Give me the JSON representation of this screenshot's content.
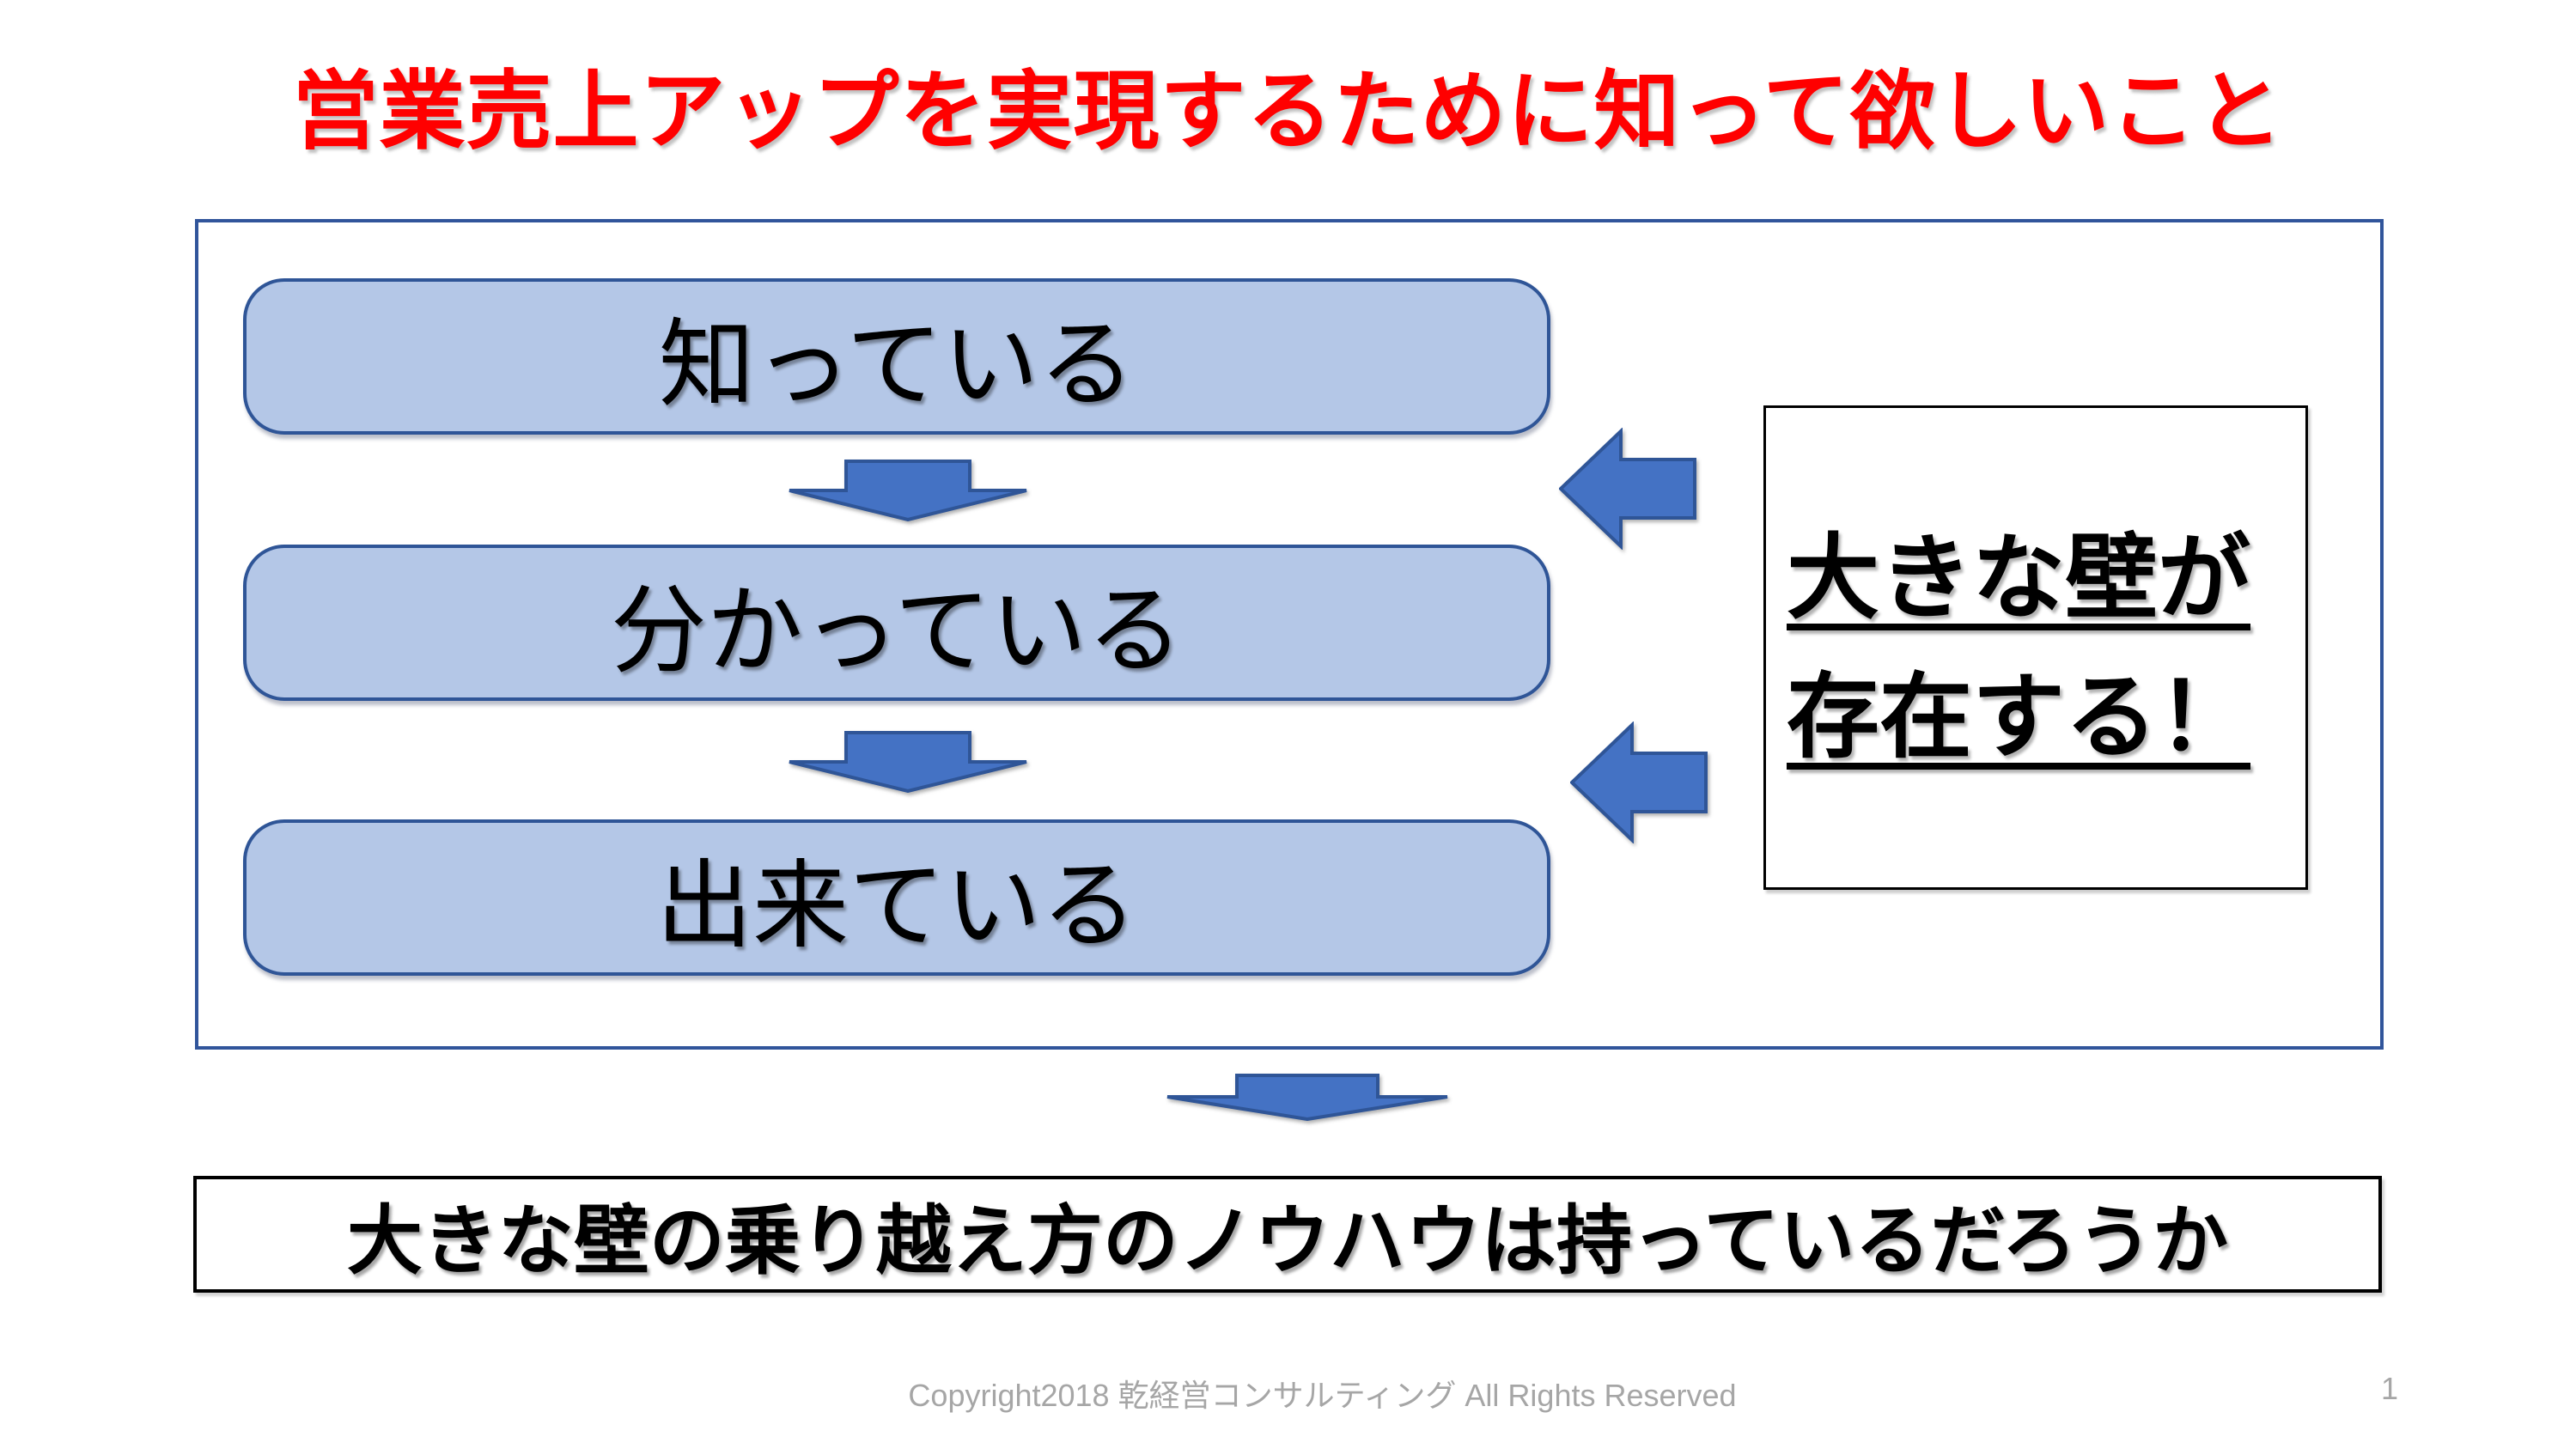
{
  "slide": {
    "title": "営業売上アップを実現するために知って欲しいこと",
    "process": {
      "steps": [
        {
          "label": "知っている"
        },
        {
          "label": "分かっている"
        },
        {
          "label": "出来ている"
        }
      ]
    },
    "wall_panel": {
      "lines": [
        "大きな壁が",
        "存在する！"
      ]
    },
    "question": "大きな壁の乗り越え方のノウハウは持っているだろうか",
    "footer": {
      "copyright": "Copyright2018 乾経営コンサルティング All Rights Reserved",
      "page_number": "1"
    },
    "icons": {
      "down_arrow": "block-down-arrow",
      "left_arrow": "block-left-arrow"
    },
    "colors": {
      "title_color": "#FF0000",
      "box_fill": "#B4C7E7",
      "box_border": "#2F5597",
      "arrow_fill": "#4472C4",
      "arrow_border": "#2F5597",
      "frame_border": "#31559B",
      "panel_border": "#000000",
      "footer_color": "#A6A6A6",
      "text_color": "#000000"
    }
  }
}
